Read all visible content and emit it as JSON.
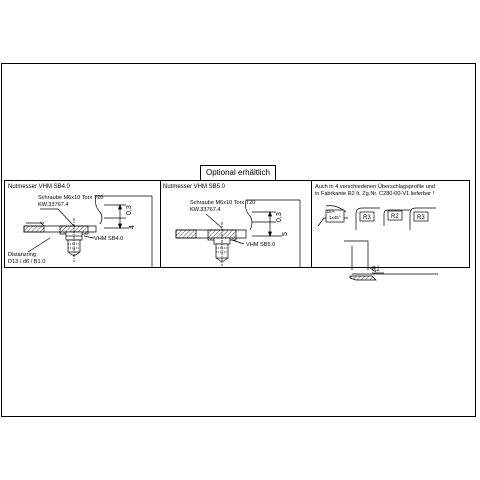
{
  "optional_label": "Optional erhältlich",
  "panel1": {
    "title": "Nutmesser VHM SB4.0",
    "screw_line1": "Schraube M6x10 Torx T20",
    "screw_line2": "KW.33767.4",
    "dim_small": "0,3",
    "dim_large": "4",
    "part_label": "VHM SB4.0",
    "ring_line1": "Distanzring",
    "ring_line2": "D13 / d6 / B1.0"
  },
  "panel2": {
    "title": "Nutmesser VHM SB5.0",
    "screw_line1": "Schraube M6x10 Torx T20",
    "screw_line2": "KW.33767.4",
    "dim_small": "0,3",
    "dim_large": "5",
    "part_label": "VHM SB5.0"
  },
  "panel3": {
    "text_line1": "Auch in 4 verschiedenen Überschlagsprofile und",
    "text_line2": "in Fabrkante R2 lt. Zg.Nr. C280-00-V1 lieferbar !",
    "profile1_line1": "DIA",
    "profile1_line2": "1x45°",
    "profile2": "R3",
    "profile3": "R2",
    "profile4": "R3",
    "detail_radius": "R2"
  }
}
